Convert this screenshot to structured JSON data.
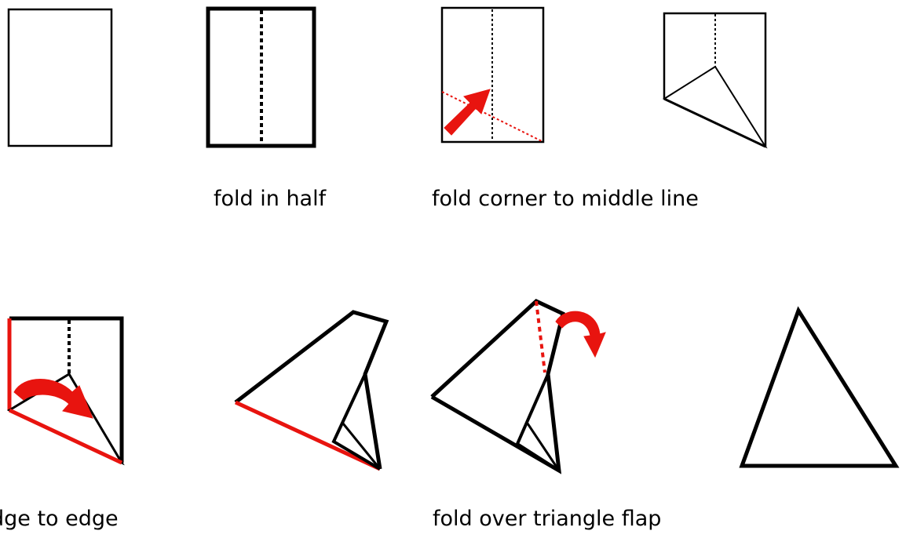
{
  "captions": {
    "fold_in_half": "fold in half",
    "fold_corner": "fold corner to middle line",
    "fold_edge": "dge to edge",
    "fold_flap": "fold over triangle flap"
  },
  "colors": {
    "line": "#000000",
    "accent": "#e8140f",
    "background": "#ffffff"
  },
  "steps": [
    {
      "name": "plain-sheet"
    },
    {
      "name": "fold-in-half-sheet"
    },
    {
      "name": "fold-corner-sheet"
    },
    {
      "name": "corner-folded-sheet"
    },
    {
      "name": "fold-edge-sheet"
    },
    {
      "name": "edge-folded-shape"
    },
    {
      "name": "fold-flap-shape"
    },
    {
      "name": "finished-triangle"
    }
  ]
}
